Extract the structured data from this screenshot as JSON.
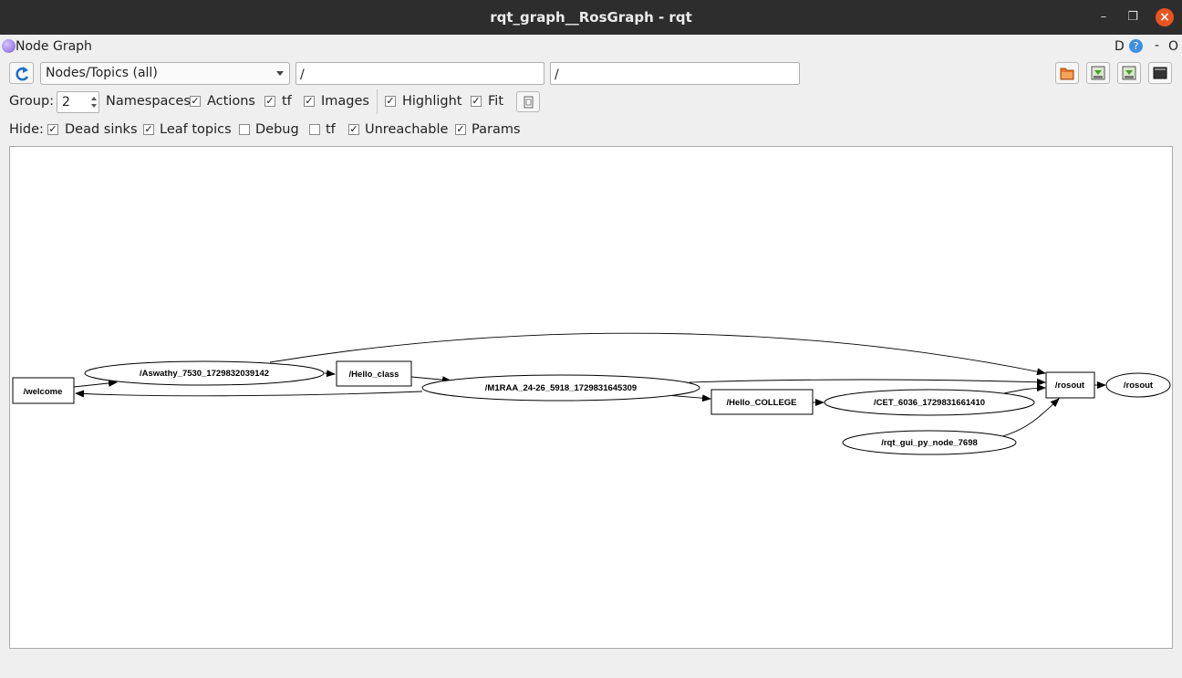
{
  "window": {
    "title": "rqt_graph__RosGraph - rqt"
  },
  "dock": {
    "title": "Node Graph",
    "d_label": "D",
    "help_label": "?",
    "minimize_label": "-",
    "close_label": "O"
  },
  "toolbar": {
    "mode_select": "Nodes/Topics (all)",
    "node_filter": "/",
    "topic_filter": "/",
    "icons": [
      "refresh-icon",
      "load-file-icon",
      "save-dot-icon",
      "save-svg-icon",
      "save-image-icon"
    ]
  },
  "options": {
    "group_label": "Group:",
    "group_value": "2",
    "namespaces_label": "Namespaces",
    "actions_label": "Actions",
    "actions_checked": true,
    "tf_label": "tf",
    "tf_checked": true,
    "images_label": "Images",
    "images_checked": true,
    "highlight_label": "Highlight",
    "highlight_checked": true,
    "fit_label": "Fit",
    "fit_checked": true
  },
  "hide": {
    "label": "Hide:",
    "dead_sinks": "Dead sinks",
    "dead_sinks_checked": true,
    "leaf_topics": "Leaf topics",
    "leaf_topics_checked": true,
    "debug": "Debug",
    "debug_checked": false,
    "tf": "tf",
    "tf_checked": false,
    "unreachable": "Unreachable",
    "unreachable_checked": true,
    "params": "Params",
    "params_checked": true
  },
  "graph": {
    "nodes": [
      {
        "id": "welcome",
        "label": "/welcome",
        "shape": "box"
      },
      {
        "id": "aswathy",
        "label": "/Aswathy_7530_1729832039142",
        "shape": "ellipse"
      },
      {
        "id": "hello_class",
        "label": "/Hello_class",
        "shape": "box"
      },
      {
        "id": "m1raa",
        "label": "/M1RAA_24-26_5918_1729831645309",
        "shape": "ellipse"
      },
      {
        "id": "hello_college",
        "label": "/Hello_COLLEGE",
        "shape": "box"
      },
      {
        "id": "cet",
        "label": "/CET_6036_1729831661410",
        "shape": "ellipse"
      },
      {
        "id": "rqt_gui",
        "label": "/rqt_gui_py_node_7698",
        "shape": "ellipse"
      },
      {
        "id": "rosout_topic",
        "label": "/rosout",
        "shape": "box"
      },
      {
        "id": "rosout_node",
        "label": "/rosout",
        "shape": "ellipse"
      }
    ],
    "edges": [
      [
        "welcome",
        "aswathy"
      ],
      [
        "aswathy",
        "hello_class"
      ],
      [
        "hello_class",
        "m1raa"
      ],
      [
        "m1raa",
        "welcome"
      ],
      [
        "m1raa",
        "hello_college"
      ],
      [
        "hello_college",
        "cet"
      ],
      [
        "aswathy",
        "rosout_topic"
      ],
      [
        "m1raa",
        "rosout_topic"
      ],
      [
        "cet",
        "rosout_topic"
      ],
      [
        "rqt_gui",
        "rosout_topic"
      ],
      [
        "rosout_topic",
        "rosout_node"
      ]
    ]
  }
}
